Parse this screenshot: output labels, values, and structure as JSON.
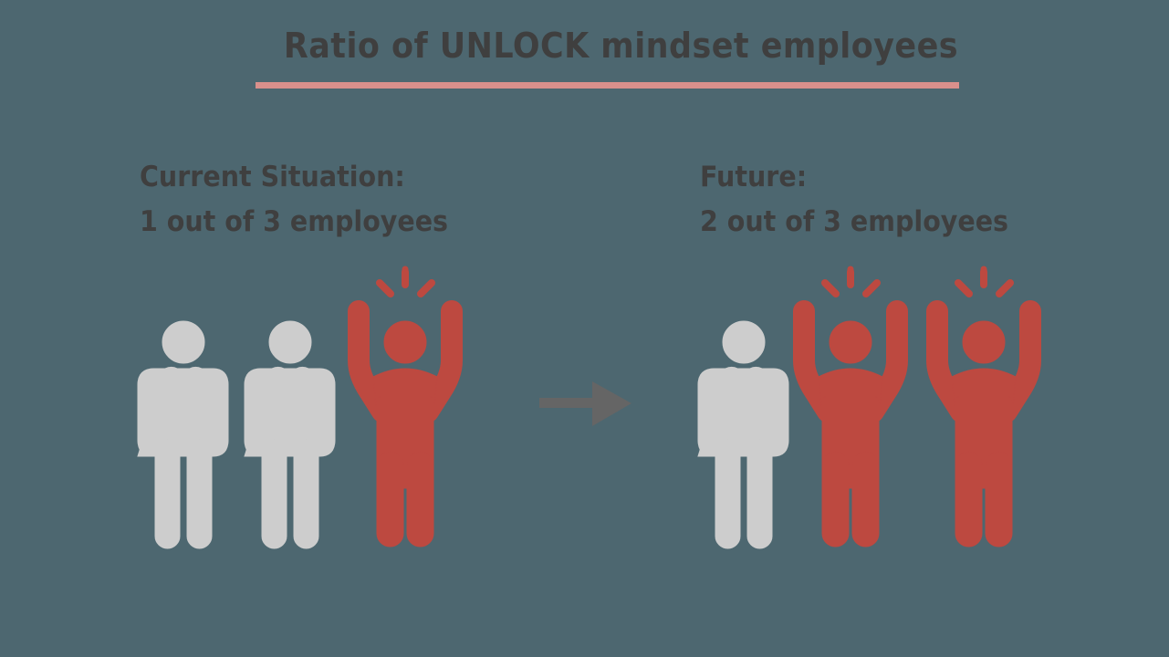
{
  "title": "Ratio of UNLOCK mindset employees",
  "colors": {
    "background": "#4d6770",
    "text": "#3f3f3f",
    "underline": "#d9908c",
    "inactive_person": "#cdcdcd",
    "unlock_person": "#bd4940",
    "arrow": "#656565"
  },
  "current": {
    "heading": "Current Situation:",
    "ratio_text": "1 out of 3 employees",
    "figures": [
      "standing-person-icon",
      "standing-person-icon",
      "cheering-person-icon"
    ]
  },
  "future": {
    "heading": "Future:",
    "ratio_text": "2 out of 3 employees",
    "figures": [
      "standing-person-icon",
      "cheering-person-icon",
      "cheering-person-icon"
    ]
  },
  "transition_icon": "right-arrow-icon"
}
